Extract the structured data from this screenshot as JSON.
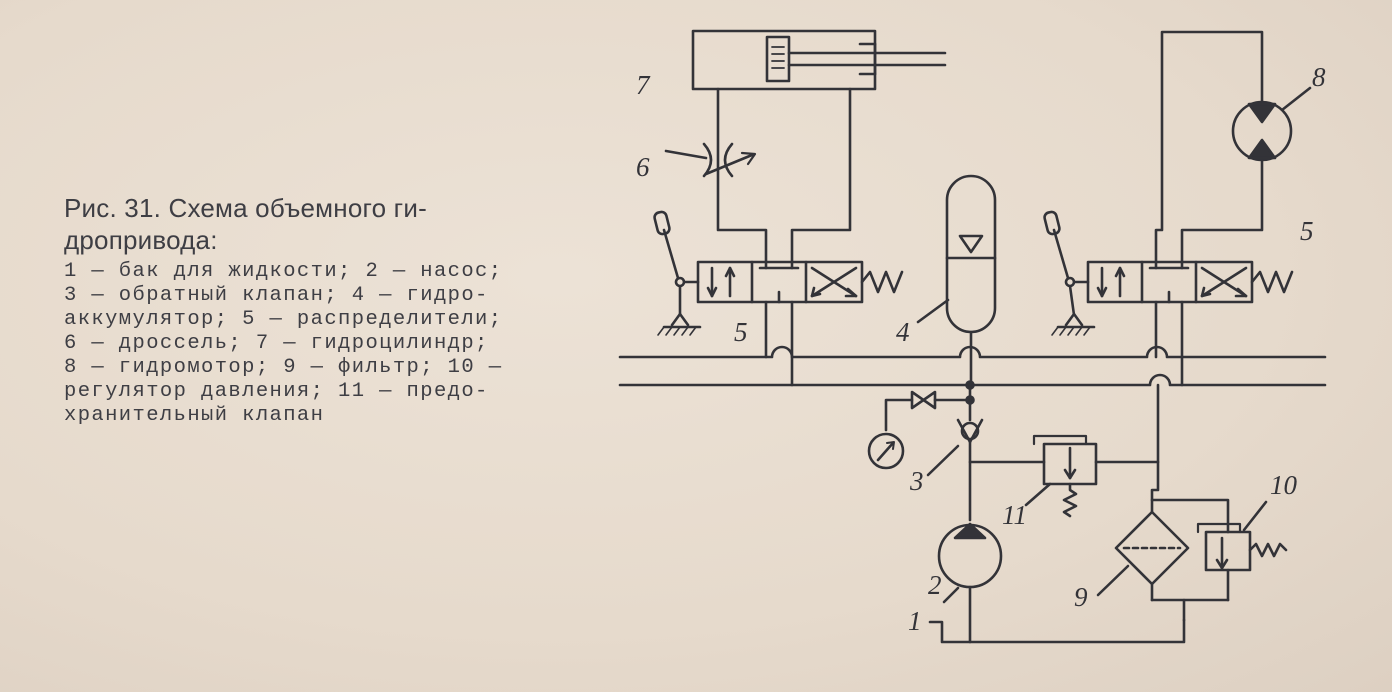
{
  "caption": {
    "title_line1": "Рис. 31. Схема объемного ги-",
    "title_line2": "дропривода:",
    "legend": [
      {
        "num": "1",
        "text": "бак для жидкости;"
      },
      {
        "num": "2",
        "text": "насос;"
      },
      {
        "num": "3",
        "text": "обратный клапан;"
      },
      {
        "num": "4",
        "text": "гидро-аккумулятор;"
      },
      {
        "num": "5",
        "text": "распределители;"
      },
      {
        "num": "6",
        "text": "дроссель;"
      },
      {
        "num": "7",
        "text": "гидроцилиндр;"
      },
      {
        "num": "8",
        "text": "гидромотор;"
      },
      {
        "num": "9",
        "text": "фильтр;"
      },
      {
        "num": "10",
        "text": "регулятор давления;"
      },
      {
        "num": "11",
        "text": "предо-хранительный клапан"
      }
    ],
    "legend_lines": [
      "1 — бак для жидкости; 2 — насос;",
      "3 — обратный клапан; 4 — гидро-",
      "аккумулятор; 5 — распределители;",
      "6 — дроссель; 7 — гидроцилиндр;",
      "8 — гидромотор; 9 — фильтр; 10 —",
      "регулятор давления; 11 — предо-",
      "хранительный клапан"
    ]
  },
  "labels": {
    "tank": "1",
    "pump": "2",
    "check_valve": "3",
    "accumulator": "4",
    "distributor_left": "5",
    "distributor_right": "5",
    "throttle": "6",
    "cylinder": "7",
    "motor": "8",
    "filter": "9",
    "pressure_regulator": "10",
    "safety_valve": "11"
  },
  "colors": {
    "paper": "#e8ddd0",
    "ink": "#333338"
  }
}
